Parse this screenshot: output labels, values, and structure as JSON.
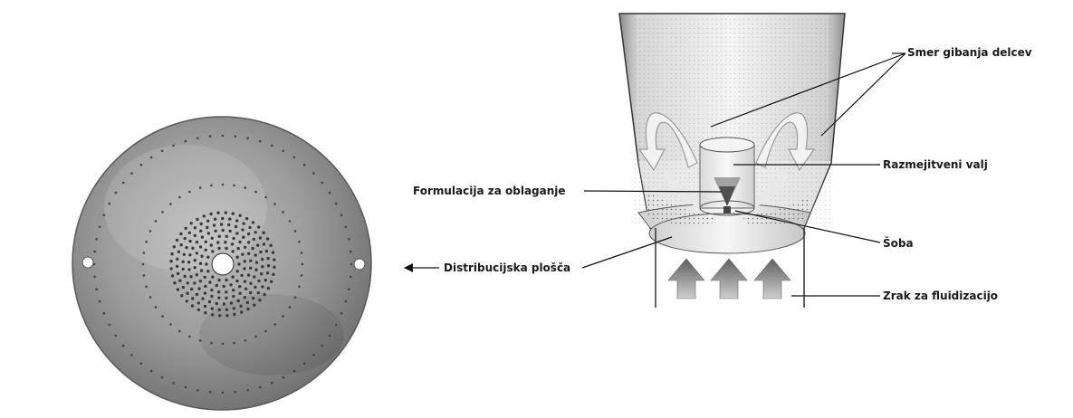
{
  "labels": {
    "particle_motion": "Smer gibanja delcev",
    "spacer_cylinder": "Razmejitveni valj",
    "coating_formulation": "Formulacija za oblaganje",
    "nozzle": "Šoba",
    "distribution_plate": "Distribucijska plošča",
    "fluidization_air": "Zrak za fluidizacijo"
  }
}
